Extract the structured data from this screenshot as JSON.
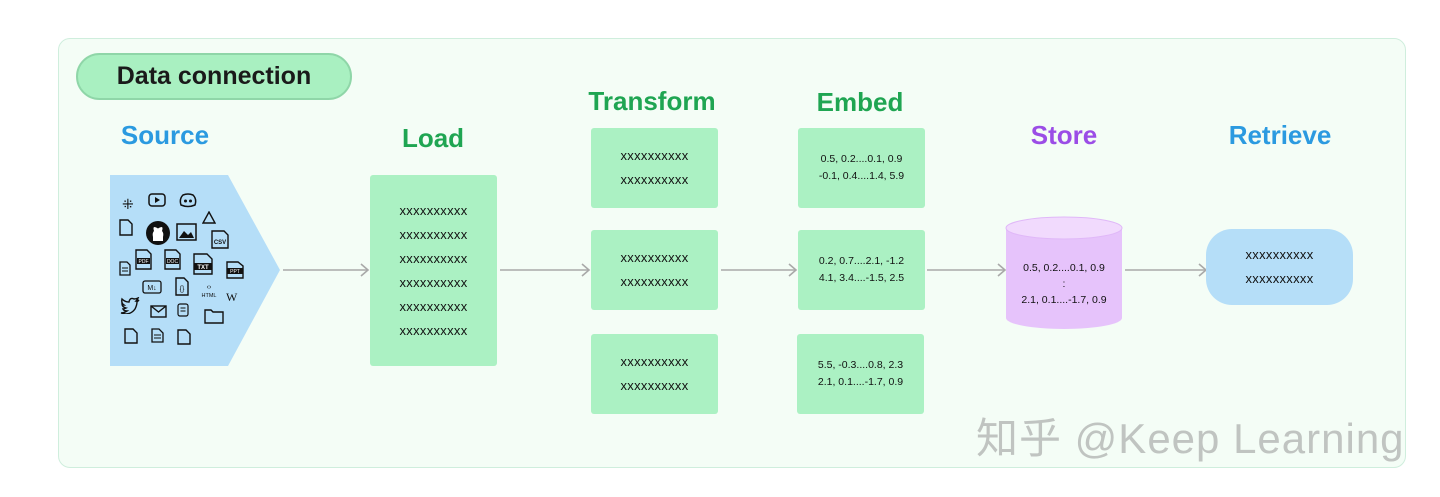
{
  "title": "Data connection",
  "stages": {
    "source": "Source",
    "load": "Load",
    "transform": "Transform",
    "embed": "Embed",
    "store": "Store",
    "retrieve": "Retrieve"
  },
  "load": {
    "lines": [
      "xxxxxxxxxx",
      "xxxxxxxxxx",
      "xxxxxxxxxx",
      "xxxxxxxxxx",
      "xxxxxxxxxx",
      "xxxxxxxxxx"
    ]
  },
  "transform": {
    "boxes": [
      [
        "xxxxxxxxxx",
        "xxxxxxxxxx"
      ],
      [
        "xxxxxxxxxx",
        "xxxxxxxxxx"
      ],
      [
        "xxxxxxxxxx",
        "xxxxxxxxxx"
      ]
    ]
  },
  "embed": {
    "boxes": [
      [
        "0.5, 0.2....0.1, 0.9",
        "-0.1, 0.4....1.4, 5.9"
      ],
      [
        "0.2, 0.7....2.1, -1.2",
        "4.1, 3.4....-1.5, 2.5"
      ],
      [
        "5.5, -0.3....0.8, 2.3",
        "2.1, 0.1....-1.7, 0.9"
      ]
    ]
  },
  "store": {
    "lines": [
      "0.5, 0.2....0.1, 0.9",
      ":",
      "2.1, 0.1....-1.7, 0.9"
    ]
  },
  "retrieve": {
    "lines": [
      "xxxxxxxxxx",
      "xxxxxxxxxx"
    ]
  },
  "source_icons": {
    "csv": "CSV",
    "pdf": "PDF",
    "doc": "DOC",
    "txt": "TXT",
    "ppt": "PPT",
    "md": "M↓",
    "html": "HTML",
    "wiki": "W"
  },
  "watermark": "知乎 @Keep Learning",
  "colors": {
    "green_heading": "#1fa552",
    "blue_heading": "#2b9ae0",
    "purple_heading": "#9b4de6",
    "green_box": "#abf1c3",
    "blue_box": "#b5def8",
    "purple_cylinder": "#e6c3fb"
  }
}
